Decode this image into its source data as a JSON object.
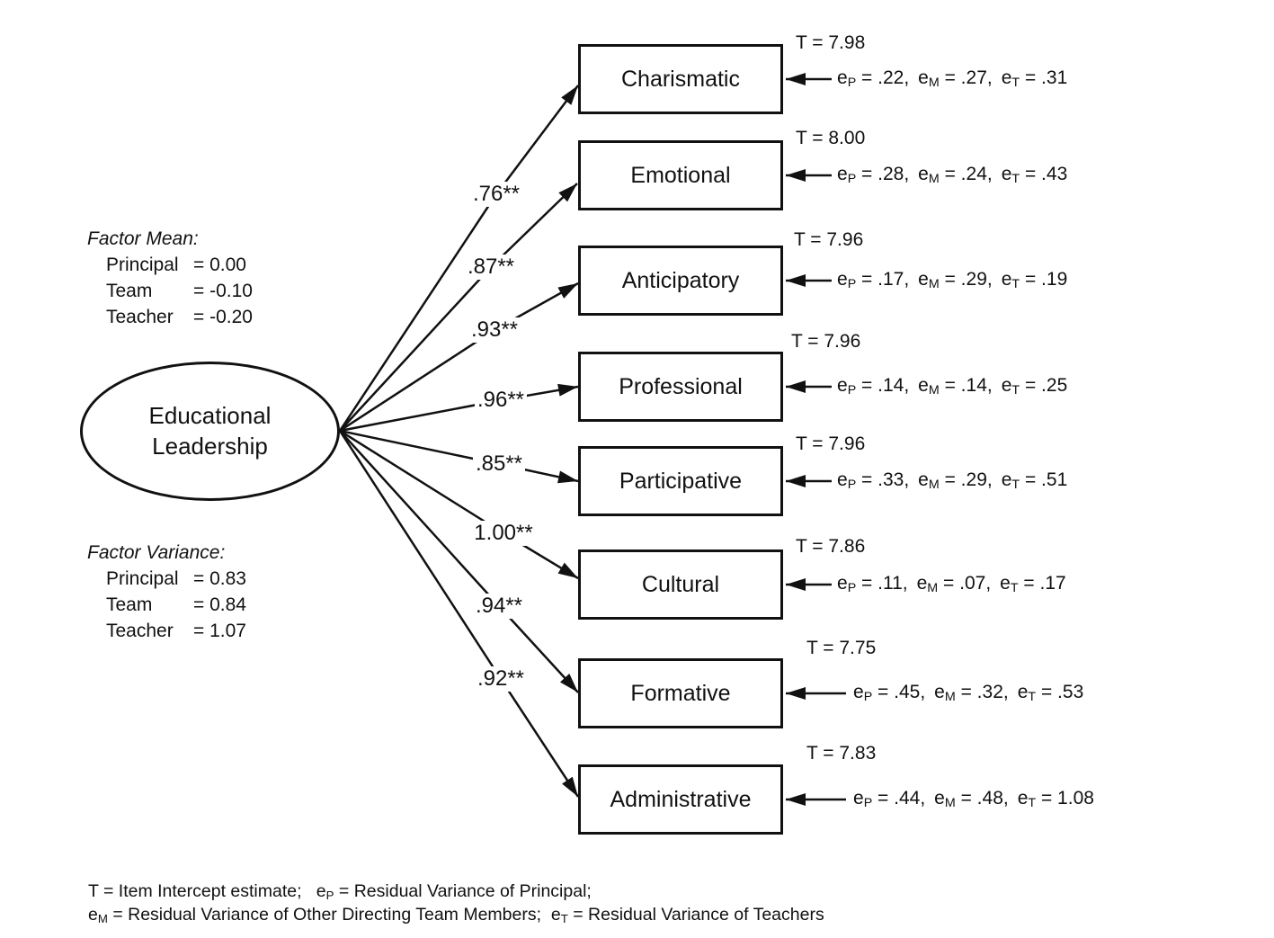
{
  "latent": {
    "line1": "Educational",
    "line2": "Leadership"
  },
  "factor_mean": {
    "title": "Factor Mean:",
    "rows": [
      {
        "name": "Principal",
        "value": "= 0.00"
      },
      {
        "name": "Team",
        "value": "= -0.10"
      },
      {
        "name": "Teacher",
        "value": "= -0.20"
      }
    ]
  },
  "factor_variance": {
    "title": "Factor Variance:",
    "rows": [
      {
        "name": "Principal",
        "value": "= 0.83"
      },
      {
        "name": "Team",
        "value": "= 0.84"
      },
      {
        "name": "Teacher",
        "value": "= 1.07"
      }
    ]
  },
  "symbols": {
    "e": "e",
    "sub_p": "P",
    "sub_m": "M",
    "sub_t": "T"
  },
  "indicators": [
    {
      "label": "Charismatic",
      "loading": ".76**",
      "t_label": "T = 7.98",
      "ep": " = .22,",
      "em": " = .27,",
      "et": " = .31"
    },
    {
      "label": "Emotional",
      "loading": ".87**",
      "t_label": "T = 8.00",
      "ep": " = .28,",
      "em": " = .24,",
      "et": " = .43"
    },
    {
      "label": "Anticipatory",
      "loading": ".93**",
      "t_label": "T = 7.96",
      "ep": " = .17,",
      "em": " = .29,",
      "et": " = .19"
    },
    {
      "label": "Professional",
      "loading": ".96**",
      "t_label": "T = 7.96",
      "ep": " = .14,",
      "em": " = .14,",
      "et": " = .25"
    },
    {
      "label": "Participative",
      "loading": ".85**",
      "t_label": "T = 7.96",
      "ep": " = .33,",
      "em": " = .29,",
      "et": " = .51"
    },
    {
      "label": "Cultural",
      "loading": "1.00**",
      "t_label": "T = 7.86",
      "ep": " = .11,",
      "em": " = .07,",
      "et": " = .17"
    },
    {
      "label": "Formative",
      "loading": ".94**",
      "t_label": "T = 7.75",
      "ep": " = .45,",
      "em": " = .32,",
      "et": " = .53"
    },
    {
      "label": "Administrative",
      "loading": ".92**",
      "t_label": "T = 7.83",
      "ep": " = .44,",
      "em": " = .48,",
      "et": " = 1.08"
    }
  ],
  "footer": {
    "l1_pre": "T = Item Intercept estimate;   ",
    "l1_post": " = Residual Variance of Principal;",
    "l2_mid": " = Residual Variance of Other Directing Team Members;  ",
    "l2_post": " = Residual Variance of Teachers"
  }
}
